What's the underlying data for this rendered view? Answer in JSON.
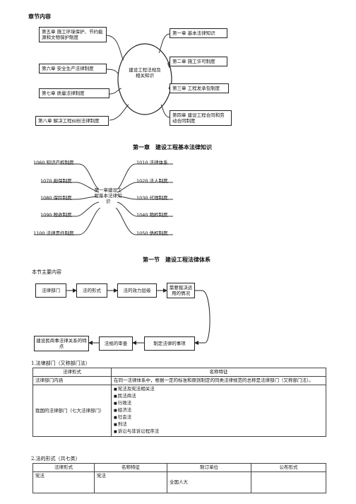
{
  "section_title": "章节内容",
  "map1": {
    "center": "建设工程法规及相关知识",
    "left": [
      "第五章 施工环境保护、节约能源和文物保护制度",
      "第六章 安全生产法律制度",
      "第七章 质量法律制度",
      "第八章 解决工程纠纷法律制度"
    ],
    "right": [
      "第一章 基本法律知识",
      "第二章 施工许可制度",
      "第三章 工程发承包制度",
      "第四章 建设工程合同和劳动合同制度"
    ]
  },
  "chapter1_title": "第一章　建设工程基本法律知识",
  "map2": {
    "center": "第一章建设工程基本法律知识",
    "left": [
      "1060 知识产权制度",
      "1070 担保制度",
      "1080 保险制度",
      "1090 税收制度",
      "1100 法律责任制度"
    ],
    "right": [
      "1010 法律体系",
      "1020 法人制度",
      "1030 代理制度",
      "1040 物权制度",
      "1050 债权制度"
    ]
  },
  "section1_title": "第一节　建设工程法律体系",
  "section_content_label": "本节主要内容",
  "flow": {
    "top": [
      "法律部门",
      "法的形式",
      "法的效力层级",
      "需要裁决适用的情况"
    ],
    "bottom": [
      "建设民商事法律关系的特点",
      "法规的审查",
      "制定法律的事项"
    ]
  },
  "table1": {
    "caption": "1.法律部门（又称部门法）",
    "headers": [
      "法律形式",
      "名称特征"
    ],
    "row1": {
      "label": "法律部门内涵",
      "text": "在同一法律体系中，根据一定的标准和原则制定的同类法律规范的总称是法律部门（又称部门法）。"
    },
    "row2": {
      "label": "我国的法律部门（七大法律部门）",
      "items": [
        "宪法及宪法相关法",
        "民法商法",
        "行政法",
        "经济法",
        "社会法",
        "刑法",
        "诉讼与非诉讼程序法"
      ]
    }
  },
  "table2": {
    "caption": "2.法的形式（共七类）",
    "headers": [
      "法律形式",
      "名称特征",
      "制订单位",
      "公布形式"
    ],
    "row1": [
      "宪法",
      "宪法",
      "全国人大",
      ""
    ]
  }
}
